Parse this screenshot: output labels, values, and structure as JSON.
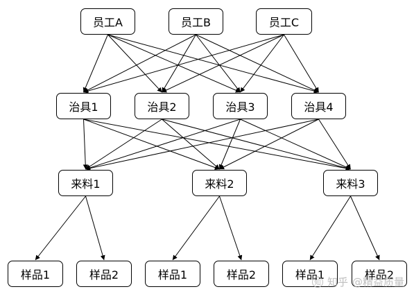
{
  "diagram": {
    "employees": [
      {
        "id": "eA",
        "label": "员工A"
      },
      {
        "id": "eB",
        "label": "员工B"
      },
      {
        "id": "eC",
        "label": "员工C"
      }
    ],
    "fixtures": [
      {
        "id": "f1",
        "label": "治具1"
      },
      {
        "id": "f2",
        "label": "治具2"
      },
      {
        "id": "f3",
        "label": "治具3"
      },
      {
        "id": "f4",
        "label": "治具4"
      }
    ],
    "materials": [
      {
        "id": "m1",
        "label": "来料1"
      },
      {
        "id": "m2",
        "label": "来料2"
      },
      {
        "id": "m3",
        "label": "来料3"
      }
    ],
    "samples": [
      {
        "id": "s1",
        "label": "样品1"
      },
      {
        "id": "s2",
        "label": "样品2"
      },
      {
        "id": "s3",
        "label": "样品1"
      },
      {
        "id": "s4",
        "label": "样品2"
      },
      {
        "id": "s5",
        "label": "样品1"
      },
      {
        "id": "s6",
        "label": "样品2"
      }
    ],
    "edges": [
      [
        "eA",
        "f1"
      ],
      [
        "eA",
        "f2"
      ],
      [
        "eA",
        "f3"
      ],
      [
        "eA",
        "f4"
      ],
      [
        "eB",
        "f1"
      ],
      [
        "eB",
        "f2"
      ],
      [
        "eB",
        "f3"
      ],
      [
        "eB",
        "f4"
      ],
      [
        "eC",
        "f1"
      ],
      [
        "eC",
        "f2"
      ],
      [
        "eC",
        "f3"
      ],
      [
        "eC",
        "f4"
      ],
      [
        "f1",
        "m1"
      ],
      [
        "f1",
        "m2"
      ],
      [
        "f1",
        "m3"
      ],
      [
        "f2",
        "m1"
      ],
      [
        "f2",
        "m2"
      ],
      [
        "f2",
        "m3"
      ],
      [
        "f3",
        "m1"
      ],
      [
        "f3",
        "m2"
      ],
      [
        "f3",
        "m3"
      ],
      [
        "f4",
        "m1"
      ],
      [
        "f4",
        "m2"
      ],
      [
        "f4",
        "m3"
      ],
      [
        "m1",
        "s1"
      ],
      [
        "m1",
        "s2"
      ],
      [
        "m2",
        "s3"
      ],
      [
        "m2",
        "s4"
      ],
      [
        "m3",
        "s5"
      ],
      [
        "m3",
        "s6"
      ]
    ]
  },
  "watermark": {
    "logo_icon": "zhihu-logo-icon",
    "site": "知乎",
    "account": "@精益质量"
  },
  "colors": {
    "stroke": "#000000",
    "background": "#ffffff",
    "watermark": "#b4b4b4"
  }
}
